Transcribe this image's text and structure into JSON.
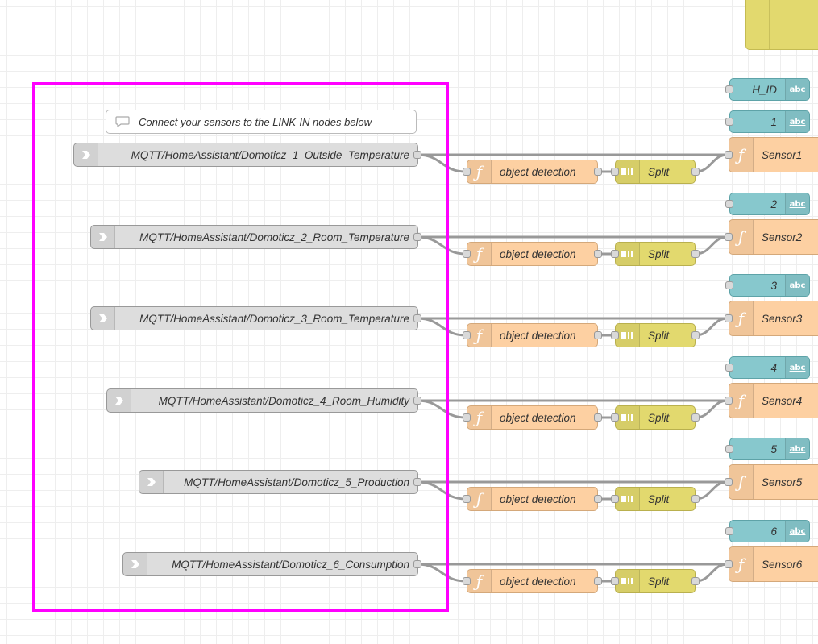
{
  "comment": {
    "label": "Connect your sensors to the LINK-IN nodes below",
    "icon": "comment-icon"
  },
  "link_in_nodes": [
    {
      "label": "MQTT/HomeAssistant/Domoticz_1_Outside_Temperature",
      "icon": "link-in-icon"
    },
    {
      "label": "MQTT/HomeAssistant/Domoticz_2_Room_Temperature",
      "icon": "link-in-icon"
    },
    {
      "label": "MQTT/HomeAssistant/Domoticz_3_Room_Temperature",
      "icon": "link-in-icon"
    },
    {
      "label": "MQTT/HomeAssistant/Domoticz_4_Room_Humidity",
      "icon": "link-in-icon"
    },
    {
      "label": "MQTT/HomeAssistant/Domoticz_5_Production",
      "icon": "link-in-icon"
    },
    {
      "label": "MQTT/HomeAssistant/Domoticz_6_Consumption",
      "icon": "link-in-icon"
    }
  ],
  "function_nodes": [
    {
      "label": "object detection",
      "icon": "function-icon"
    },
    {
      "label": "object detection",
      "icon": "function-icon"
    },
    {
      "label": "object detection",
      "icon": "function-icon"
    },
    {
      "label": "object detection",
      "icon": "function-icon"
    },
    {
      "label": "object detection",
      "icon": "function-icon"
    },
    {
      "label": "object detection",
      "icon": "function-icon"
    }
  ],
  "split_nodes": [
    {
      "label": "Split",
      "icon": "split-icon"
    },
    {
      "label": "Split",
      "icon": "split-icon"
    },
    {
      "label": "Split",
      "icon": "split-icon"
    },
    {
      "label": "Split",
      "icon": "split-icon"
    },
    {
      "label": "Split",
      "icon": "split-icon"
    },
    {
      "label": "Split",
      "icon": "split-icon"
    }
  ],
  "inject_nodes": [
    {
      "label": "H_ID",
      "icon": "abc-icon"
    },
    {
      "label": "1",
      "icon": "abc-icon"
    },
    {
      "label": "2",
      "icon": "abc-icon"
    },
    {
      "label": "3",
      "icon": "abc-icon"
    },
    {
      "label": "4",
      "icon": "abc-icon"
    },
    {
      "label": "5",
      "icon": "abc-icon"
    },
    {
      "label": "6",
      "icon": "abc-icon"
    }
  ],
  "sensor_nodes": [
    {
      "label": "Sensor1",
      "icon": "function-icon"
    },
    {
      "label": "Sensor2",
      "icon": "function-icon"
    },
    {
      "label": "Sensor3",
      "icon": "function-icon"
    },
    {
      "label": "Sensor4",
      "icon": "function-icon"
    },
    {
      "label": "Sensor5",
      "icon": "function-icon"
    },
    {
      "label": "Sensor6",
      "icon": "function-icon"
    }
  ],
  "colors": {
    "group_border": "#ff00ff",
    "link_in": "#dddddd",
    "function": "#fdd0a2",
    "split": "#e2d96e",
    "inject": "#87c8cd",
    "wire": "#999999",
    "grid": "#eeeeee"
  }
}
